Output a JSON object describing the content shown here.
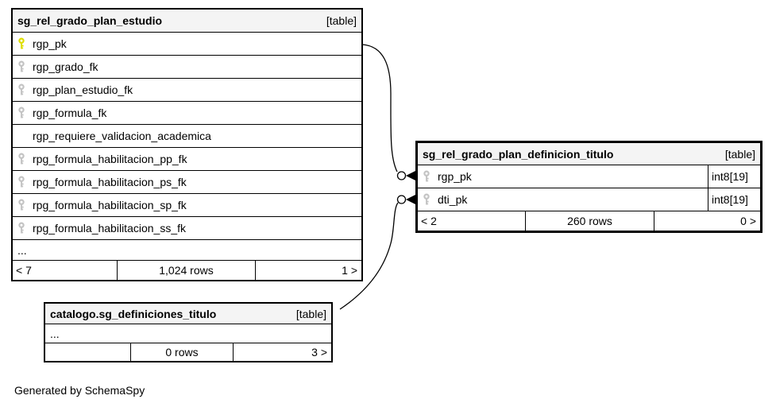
{
  "app": {
    "generator_note": "Generated by SchemaSpy"
  },
  "colors": {
    "primary_key_icon": "#dede00",
    "foreign_key_icon": "#c4c4c4",
    "header_bg": "#f4f4f4",
    "border": "#000000"
  },
  "tables": {
    "estudio": {
      "title": "sg_rel_grado_plan_estudio",
      "badge": "[table]",
      "columns": [
        {
          "name": "rgp_pk",
          "key": "primary"
        },
        {
          "name": "rgp_grado_fk",
          "key": "foreign"
        },
        {
          "name": "rgp_plan_estudio_fk",
          "key": "foreign"
        },
        {
          "name": "rgp_formula_fk",
          "key": "foreign"
        },
        {
          "name": "rgp_requiere_validacion_academica",
          "key": "none"
        },
        {
          "name": "rpg_formula_habilitacion_pp_fk",
          "key": "foreign"
        },
        {
          "name": "rpg_formula_habilitacion_ps_fk",
          "key": "foreign"
        },
        {
          "name": "rpg_formula_habilitacion_sp_fk",
          "key": "foreign"
        },
        {
          "name": "rpg_formula_habilitacion_ss_fk",
          "key": "foreign"
        }
      ],
      "ellipsis": "...",
      "footer": {
        "left": "< 7",
        "center": "1,024 rows",
        "right": "1 >"
      }
    },
    "definicion": {
      "title": "sg_rel_grado_plan_definicion_titulo",
      "badge": "[table]",
      "columns": [
        {
          "name": "rgp_pk",
          "type": "int8[19]",
          "key": "foreign"
        },
        {
          "name": "dti_pk",
          "type": "int8[19]",
          "key": "foreign"
        }
      ],
      "footer": {
        "left": "< 2",
        "center": "260 rows",
        "right": "0 >"
      }
    },
    "catalogo": {
      "title": "catalogo.sg_definiciones_titulo",
      "badge": "[table]",
      "ellipsis": "...",
      "footer": {
        "left": "",
        "center": "0 rows",
        "right": "3 >"
      }
    }
  },
  "relationships": [
    {
      "from_table": "sg_rel_grado_plan_estudio",
      "from_column": "rgp_pk",
      "to_table": "sg_rel_grado_plan_definicion_titulo",
      "to_column": "rgp_pk"
    },
    {
      "from_table": "catalogo.sg_definiciones_titulo",
      "to_table": "sg_rel_grado_plan_definicion_titulo",
      "to_column": "dti_pk"
    }
  ]
}
